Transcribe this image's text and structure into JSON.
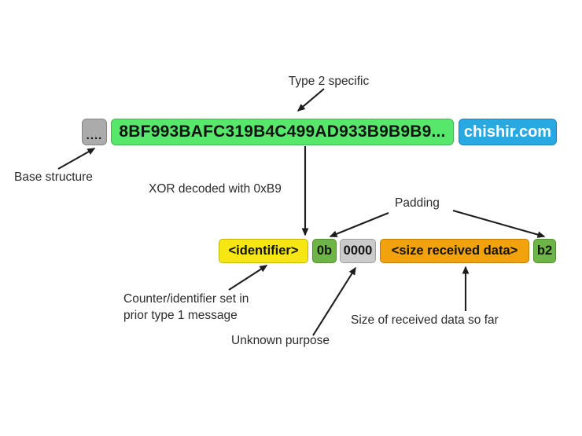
{
  "diagram": {
    "row1": {
      "base_box": {
        "text": "....",
        "fill": "#ABABAB"
      },
      "payload_box": {
        "text": "8BF993BAFC319B4C499AD933B9B9B9...",
        "fill": "#57E86B"
      },
      "domain_box": {
        "text": "chishir.com",
        "fill": "#29A9E1",
        "text_color": "#FFFFFF"
      }
    },
    "row2": {
      "identifier_box": {
        "text": "<identifier>",
        "fill": "#F6E713"
      },
      "pad1_box": {
        "text": "0b",
        "fill": "#6CB546"
      },
      "unknown_box": {
        "text": "0000",
        "fill": "#CBCBCB"
      },
      "size_box": {
        "text": "<size received data>",
        "fill": "#F2A20D"
      },
      "pad2_box": {
        "text": "b2",
        "fill": "#6CB546"
      }
    },
    "labels": {
      "type2_specific": "Type 2 specific",
      "base_structure": "Base structure",
      "xor_decoded": "XOR decoded with 0xB9",
      "padding": "Padding",
      "counter_line1": "Counter/identifier set in",
      "counter_line2": "prior type 1 message",
      "unknown_purpose": "Unknown purpose",
      "size_received": "Size of received data so far"
    },
    "arrow_color": "#1D1D1D",
    "background": "#FFFFFF"
  }
}
